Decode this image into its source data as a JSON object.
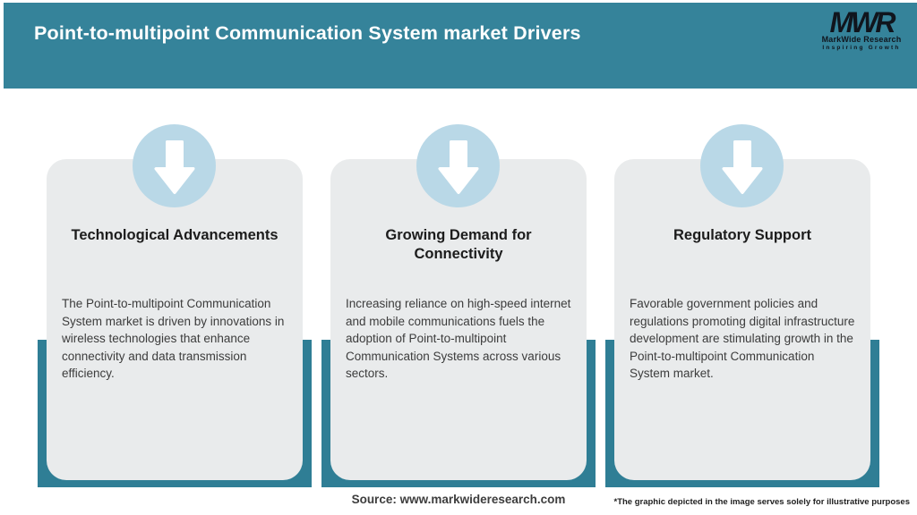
{
  "header": {
    "title": "Point-to-multipoint Communication System market Drivers",
    "logo": {
      "monogram": "MWR",
      "name": "MarkWide Research",
      "tagline": "Inspiring Growth"
    }
  },
  "cards": [
    {
      "title": "Technological Advancements",
      "body": "The Point-to-multipoint Communication System market is driven by innovations in wireless technologies that enhance connectivity and data transmission efficiency."
    },
    {
      "title": "Growing Demand for Connectivity",
      "body": "Increasing reliance on high-speed internet and mobile communications fuels the adoption of Point-to-multipoint Communication Systems across various sectors."
    },
    {
      "title": "Regulatory Support",
      "body": "Favorable government policies and regulations promoting digital infrastructure development are stimulating growth in the Point-to-multipoint Communication System market."
    }
  ],
  "footer": {
    "source": "Source: www.markwideresearch.com",
    "disclaimer": "*The graphic depicted in the image serves solely for illustrative purposes"
  },
  "icons": [
    {
      "name": "down-arrow-icon",
      "glyph": "⬇"
    }
  ],
  "colors": {
    "header_teal": "#35839A",
    "bar_teal": "#2F7E95",
    "card_bg": "#E9EBEC",
    "circle_blue": "#B9D8E7",
    "arrow": "#FFFFFF",
    "header_text": "#FFFFFF",
    "card_title_text": "#1C1C1C",
    "body_text": "#3C3C3C"
  }
}
